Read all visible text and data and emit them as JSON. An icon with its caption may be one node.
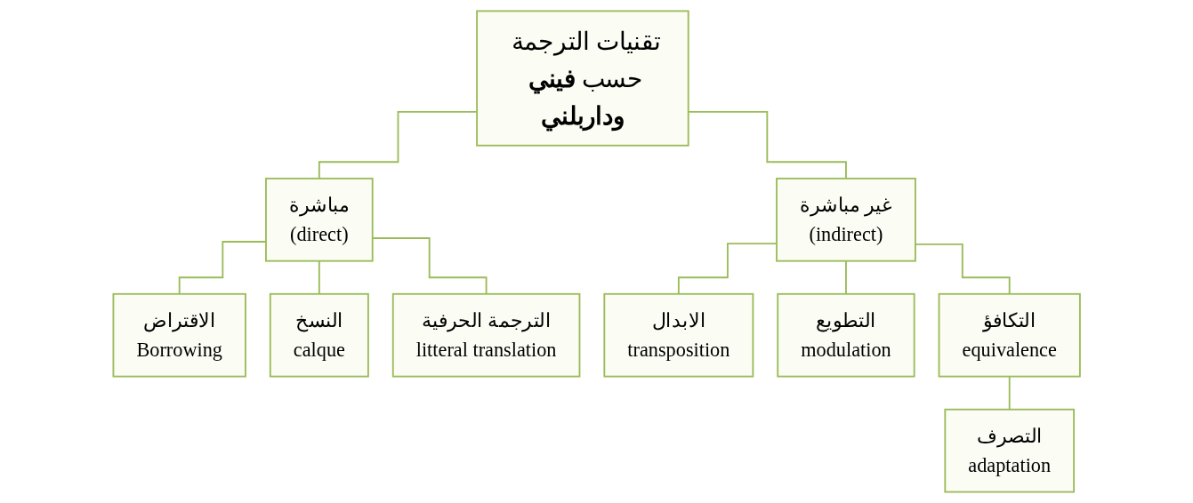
{
  "diagram": {
    "nodes": [
      {
        "text": [
          "تقنيات الترجمة حسب **فيني وداربلني**"
        ]
      },
      {
        "text": [
          "مباشرة",
          "(direct)"
        ]
      },
      {
        "text": [
          "غير مباشرة",
          "(indirect)"
        ]
      },
      {
        "text": [
          "الاقتراض",
          "Borrowing"
        ]
      },
      {
        "text": [
          "النسخ",
          "calque"
        ]
      },
      {
        "text": [
          "الترجمة الحرفية",
          "litteral translation"
        ]
      },
      {
        "text": [
          "الابدال",
          "transposition"
        ]
      },
      {
        "text": [
          "التطويع",
          "modulation"
        ]
      },
      {
        "text": [
          "التكافؤ",
          "equivalence"
        ]
      },
      {
        "text": [
          "التصرف",
          "adaptation"
        ]
      }
    ],
    "edges": [
      {
        "from": 0,
        "to": 1,
        "arrow": "none"
      },
      {
        "from": 0,
        "to": 2,
        "arrow": "none"
      },
      {
        "from": 1,
        "to": 3,
        "arrow": "none"
      },
      {
        "from": 1,
        "to": 4,
        "arrow": "none"
      },
      {
        "from": 1,
        "to": 5,
        "arrow": "none"
      },
      {
        "from": 2,
        "to": 6,
        "arrow": "none"
      },
      {
        "from": 2,
        "to": 7,
        "arrow": "none"
      },
      {
        "from": 2,
        "to": 8,
        "arrow": "none"
      },
      {
        "from": 8,
        "to": 9,
        "arrow": "none"
      }
    ]
  }
}
